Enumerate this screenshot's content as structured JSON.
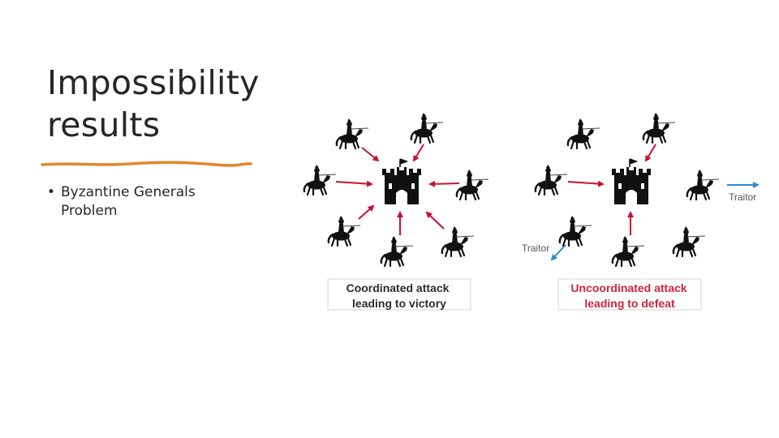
{
  "slide": {
    "title_lines": [
      "Impossibility",
      "results"
    ],
    "bullets": [
      "Byzantine Generals Problem"
    ]
  },
  "diagram": {
    "colors": {
      "accent_rule": "#e5862b",
      "loyal_arrow": "#c8102e",
      "traitor_arrow": "#2b8bd1",
      "castle": "#111111",
      "label_success_text": "#2a2a2a",
      "label_failure_text": "#d0243a"
    },
    "left_scenario": {
      "caption_line1": "Coordinated attack",
      "caption_line2": "leading to victory",
      "generals": 7,
      "traitors": 0
    },
    "right_scenario": {
      "caption_line1": "Uncoordinated attack",
      "caption_line2": "leading to defeat",
      "generals": 7,
      "traitors": 2,
      "traitor_label_right": "Traitor",
      "traitor_label_left": "Traitor"
    },
    "icons": {
      "castle": "castle-icon",
      "general": "knight-on-horse-icon"
    }
  }
}
